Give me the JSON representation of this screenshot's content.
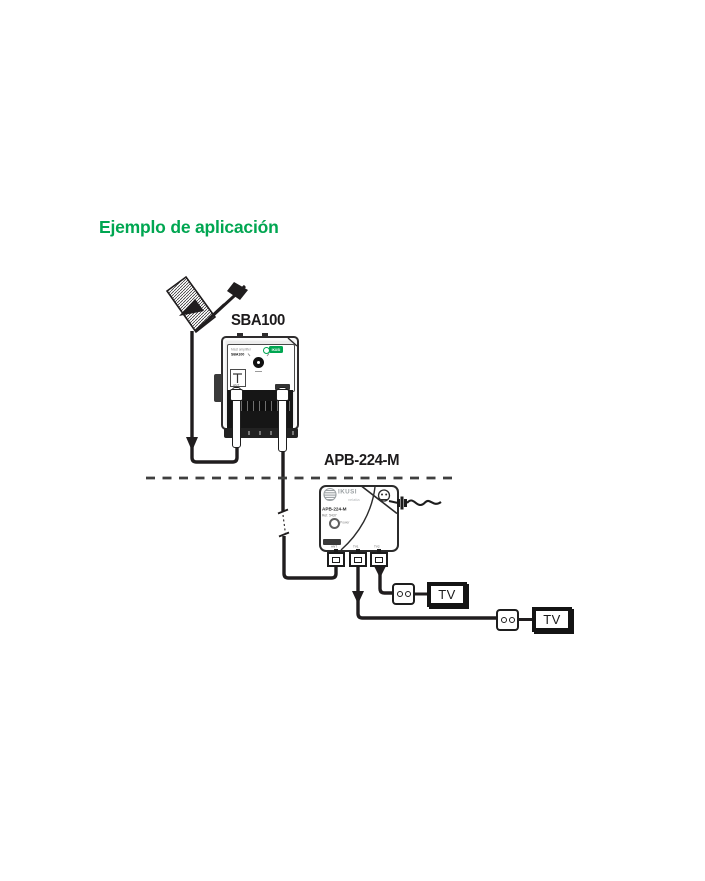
{
  "title": "Ejemplo de aplicación",
  "colors": {
    "accent_green": "#00A651",
    "line_dark": "#201d1e"
  },
  "sba100": {
    "label": "SBA100",
    "panel_line1": "Mast amplifier",
    "panel_line2": "SBA100",
    "badge": "IKUSI",
    "port_label": "ANT"
  },
  "apb": {
    "label": "APB-224-M",
    "brand": "IKUSI",
    "brand_sub": "velatia",
    "model": "APB-224-M",
    "ref": "Ref. 5437",
    "power": "Power",
    "ports": [
      "ANT",
      "TV1",
      "TV2"
    ]
  },
  "outlets": {
    "tv1": "TV",
    "tv2": "TV"
  }
}
